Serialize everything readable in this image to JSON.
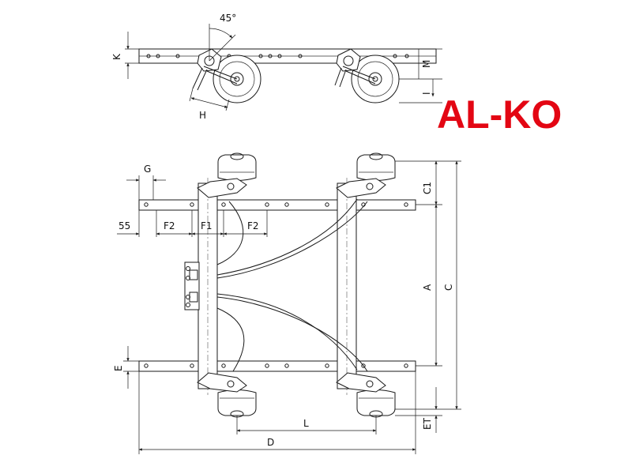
{
  "labels": {
    "angle": "45°",
    "k": "K",
    "m": "M",
    "i": "I",
    "h": "H",
    "g": "G",
    "c1": "C1",
    "a": "A",
    "c": "C",
    "e": "E",
    "et": "ET",
    "l": "L",
    "d": "D",
    "f1": "F1",
    "f2_left": "F2",
    "f2_right": "F2",
    "offset_55": "55"
  },
  "logo": {
    "text": "AL-KO",
    "color": "#e30613"
  }
}
